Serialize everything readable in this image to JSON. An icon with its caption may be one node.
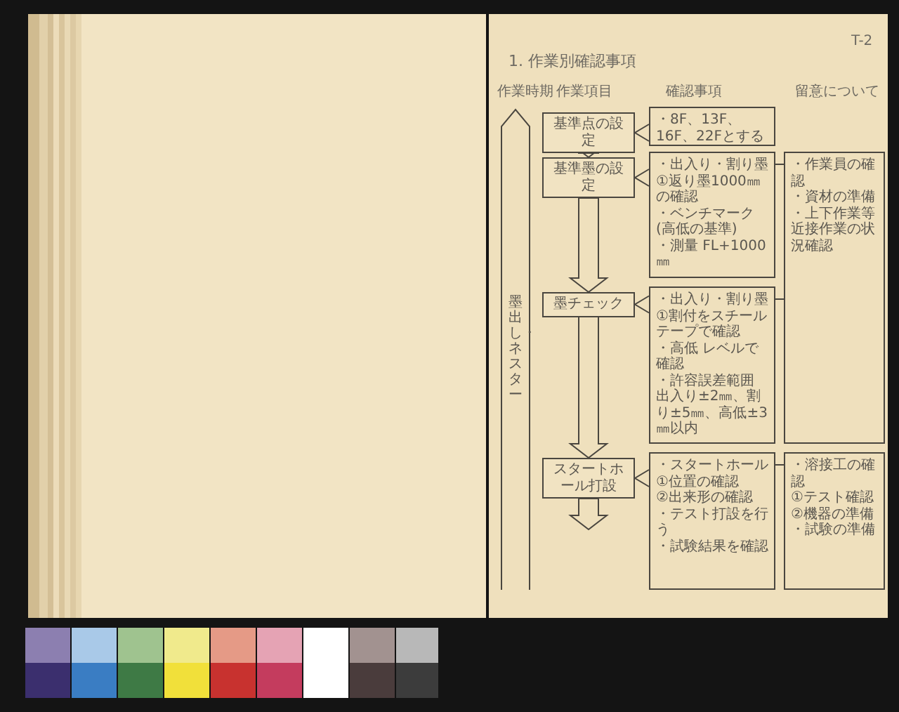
{
  "diagram": {
    "title": "1. 作業別確認事項",
    "nodes": [
      {
        "text": [
          "基準点の設定"
        ]
      },
      {
        "text": [
          "・8F、13F、16F、22Fとする"
        ]
      },
      {
        "text": [
          "基準墨の設定"
        ]
      },
      {
        "text": [
          "・出入り・割り墨",
          "①返り墨1000㎜の確認",
          "・ベンチマーク(高低の基準)",
          "・測量 FL+1000㎜"
        ]
      },
      {
        "text": [
          "・作業員の確認",
          "・資材の準備",
          "・上下作業等近接作業の状況確認"
        ]
      },
      {
        "text": [
          "墨チェック"
        ]
      },
      {
        "text": [
          "・出入り・割り墨",
          "①割付をスチールテープで確認",
          "・高低 レベルで確認",
          "・許容誤差範囲",
          "出入り±2㎜、割り±5㎜、高低±3㎜以内"
        ]
      },
      {
        "text": [
          "スタートホール打設"
        ]
      },
      {
        "text": [
          "・スタートホール",
          "①位置の確認",
          "②出来形の確認",
          "・テスト打設を行う",
          "・試験結果を確認"
        ]
      },
      {
        "text": [
          "・溶接工の確認",
          "①テスト確認",
          "②機器の準備",
          "・試験の準備"
        ]
      },
      {
        "text": [
          "墨出し・ネスター"
        ]
      }
    ],
    "edges": [
      {
        "from": 0,
        "to": 2,
        "arrow": "to"
      },
      {
        "from": 2,
        "to": 5,
        "arrow": "to"
      },
      {
        "from": 5,
        "to": 7,
        "arrow": "to"
      },
      {
        "from": 7,
        "to": null,
        "arrow": "to"
      },
      {
        "from": 0,
        "to": 1,
        "arrow": "none"
      },
      {
        "from": 2,
        "to": 3,
        "arrow": "none"
      },
      {
        "from": 3,
        "to": 4,
        "arrow": "none"
      },
      {
        "from": 5,
        "to": 6,
        "arrow": "none"
      },
      {
        "from": 6,
        "to": 4,
        "arrow": "none"
      },
      {
        "from": 7,
        "to": 8,
        "arrow": "none"
      },
      {
        "from": 8,
        "to": 9,
        "arrow": "none"
      }
    ],
    "labels": [
      "T-2",
      "作業時期",
      "作業項目",
      "確認事項",
      "留意について"
    ]
  }
}
